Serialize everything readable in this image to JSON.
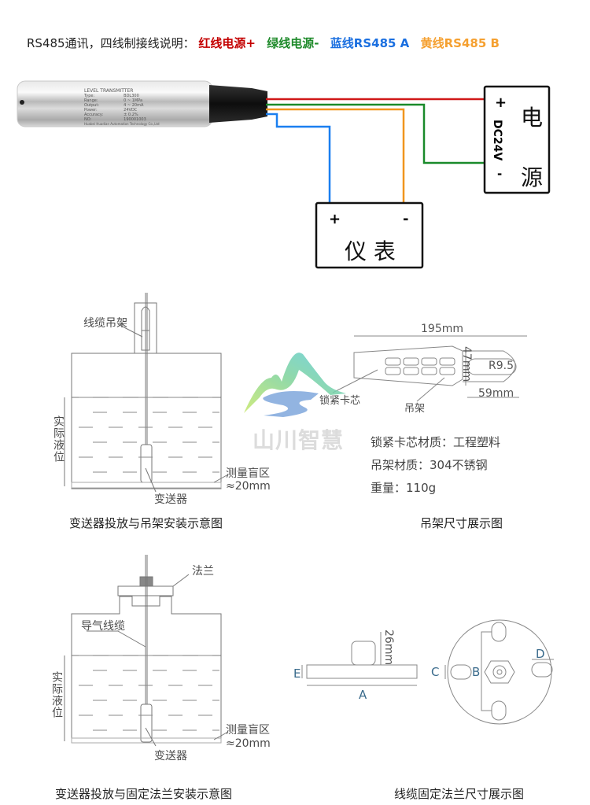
{
  "heading": {
    "prefix": "RS485通讯，四线制接线说明：",
    "items": [
      {
        "label": "红线电源+",
        "color": "#c40000"
      },
      {
        "label": "绿线电源-",
        "color": "#1e8a2a"
      },
      {
        "label": "蓝线RS485 A",
        "color": "#1a6fe0"
      },
      {
        "label": "黄线RS485 B",
        "color": "#f5a030"
      }
    ]
  },
  "transmitter_label": {
    "title": "LEVEL TRANSMITTER",
    "rows": [
      "Type:",
      "Range:",
      "Output:",
      "Power:",
      "Accuracy:",
      "NO:"
    ],
    "values": [
      "BDL300",
      "0 ~ 1MPa",
      "4 ~ 20mA",
      "24VDC",
      "± 0.2%",
      "190001003"
    ],
    "maker": "Huabei Huadian Automation Technology Co.,Ltd"
  },
  "wires": {
    "red": "#d01818",
    "green": "#1a8a2a",
    "orange": "#f0961e",
    "blue": "#1a7ff0"
  },
  "power_box": {
    "title_top": "电",
    "title_bottom": "源",
    "plus": "+",
    "voltage": "DC24V",
    "minus": "-"
  },
  "meter_box": {
    "plus": "+",
    "minus": "-",
    "title": "仪 表"
  },
  "diagram1": {
    "hanger_label": "线缆吊架",
    "level_label": "实际液位",
    "blind_label": "测量盲区",
    "blind_value": "≈20mm",
    "transmitter_label": "变送器",
    "caption": "变送器投放与吊架安装示意图"
  },
  "diagram2": {
    "width_dim": "195mm",
    "height_dim": "47mm",
    "radius_dim": "R9.5",
    "end_dim": "59mm",
    "lock_core_label": "锁紧卡芯",
    "hanger_label": "吊架",
    "specs": [
      "锁紧卡芯材质：工程塑料",
      "吊架材质：304不锈钢",
      "重量：110g"
    ],
    "caption": "吊架尺寸展示图"
  },
  "watermark": {
    "text": "山川智慧"
  },
  "diagram3": {
    "flange_label": "法兰",
    "cable_label": "导气线缆",
    "level_label": "实际液位",
    "blind_label": "测量盲区",
    "blind_value": "≈20mm",
    "transmitter_label": "变送器",
    "caption": "变送器投放与固定法兰安装示意图"
  },
  "diagram4": {
    "height_dim": "26mm",
    "dim_a": "A",
    "dim_b": "B",
    "dim_c": "C",
    "dim_d": "D",
    "dim_e": "E",
    "caption": "线缆固定法兰尺寸展示图"
  }
}
